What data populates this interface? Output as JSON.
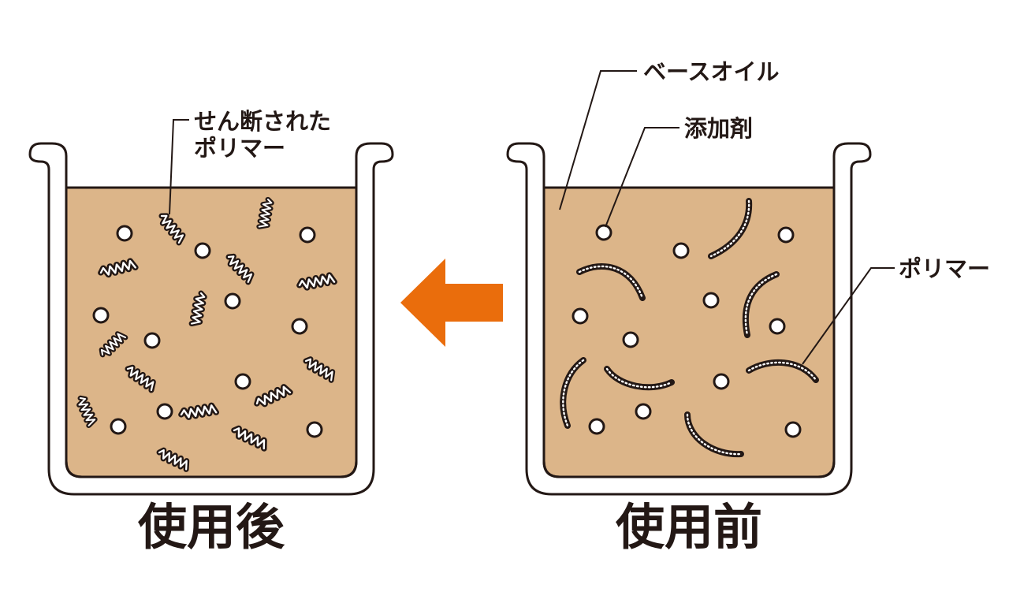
{
  "colors": {
    "oil": "#dcb589",
    "outline": "#231815",
    "arrow": "#ea6d0c",
    "particle_fill": "#ffffff"
  },
  "labels": {
    "sheared_polymer_line1": "せん断された",
    "sheared_polymer_line2": "ポリマー",
    "base_oil": "ベースオイル",
    "additive": "添加剤",
    "polymer": "ポリマー"
  },
  "captions": {
    "after": "使用後",
    "before": "使用前"
  },
  "icons": {
    "arrow": "left-arrow-icon",
    "beaker": "beaker-icon"
  }
}
